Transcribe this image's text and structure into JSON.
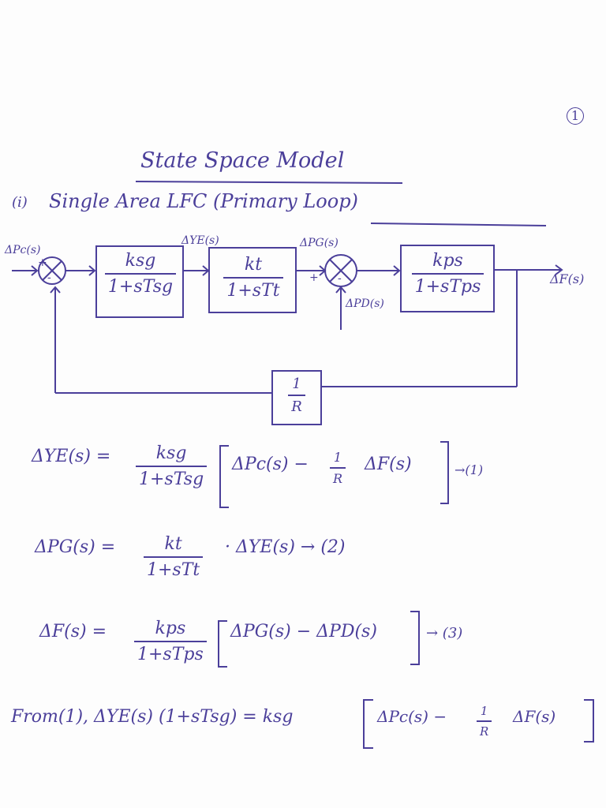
{
  "page": {
    "page_number": "1",
    "title": "State Space Model",
    "subtitle_index": "(i)",
    "subtitle": "Single Area LFC (Primary Loop)"
  },
  "diagram": {
    "input_signal": "ΔPc(s)",
    "governor": {
      "numerator": "ksg",
      "denominator": "1+sTsg"
    },
    "governor_output": "ΔYE(s)",
    "turbine": {
      "numerator": "kt",
      "denominator": "1+sTt"
    },
    "turbine_output": "ΔPG(s)",
    "load_disturbance": "ΔPD(s)",
    "power_system": {
      "numerator": "kps",
      "denominator": "1+sTps"
    },
    "output_signal": "ΔF(s)",
    "feedback": {
      "numerator": "1",
      "denominator": "R"
    },
    "sum1_plus": "+",
    "sum1_minus": "-",
    "sum2_plus": "+",
    "sum2_minus": "-"
  },
  "equations": {
    "eq1": {
      "lhs": "ΔYE(s) =",
      "frac_num": "ksg",
      "frac_den": "1+sTsg",
      "bracket_a": "ΔPc(s) −",
      "inner_num": "1",
      "inner_den": "R",
      "bracket_b": "ΔF(s)",
      "ref": "→(1)"
    },
    "eq2": {
      "lhs": "ΔPG(s) =",
      "frac_num": "kt",
      "frac_den": "1+sTt",
      "rhs": "· ΔYE(s) → (2)"
    },
    "eq3": {
      "lhs": "ΔF(s) =",
      "frac_num": "kps",
      "frac_den": "1+sTps",
      "bracket": "ΔPG(s) − ΔPD(s)",
      "ref": "→ (3)"
    },
    "eq4": {
      "lhs": "From(1), ΔYE(s) (1+sTsg) = ksg",
      "bracket_a": "ΔPc(s) −",
      "inner_num": "1",
      "inner_den": "R",
      "bracket_b": "ΔF(s)"
    }
  },
  "colors": {
    "ink": "#4b3f9a",
    "paper": "#fdfdfd"
  }
}
